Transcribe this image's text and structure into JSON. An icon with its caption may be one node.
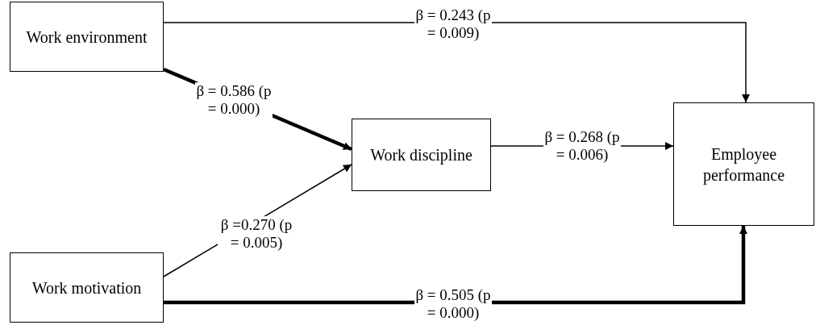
{
  "diagram": {
    "nodes": [
      {
        "text": [
          "Work environment"
        ]
      },
      {
        "text": [
          "Work discipline"
        ]
      },
      {
        "text": [
          "Employee performance"
        ]
      },
      {
        "text": [
          "Work motivation"
        ]
      }
    ],
    "edges": [
      {
        "from": 0,
        "to": 2,
        "arrow": "to",
        "label": "β = 0.243 (p = 0.009)"
      },
      {
        "from": 0,
        "to": 1,
        "arrow": "to",
        "label": "β = 0.586 (p = 0.000)",
        "style": "thick"
      },
      {
        "from": 3,
        "to": 1,
        "arrow": "to",
        "label": "β =0.270 (p = 0.005)"
      },
      {
        "from": 1,
        "to": 2,
        "arrow": "to",
        "label": "β = 0.268 (p = 0.006)"
      },
      {
        "from": 3,
        "to": 2,
        "arrow": "to",
        "label": "β = 0.505 (p = 0.000)",
        "style": "thick"
      }
    ]
  }
}
